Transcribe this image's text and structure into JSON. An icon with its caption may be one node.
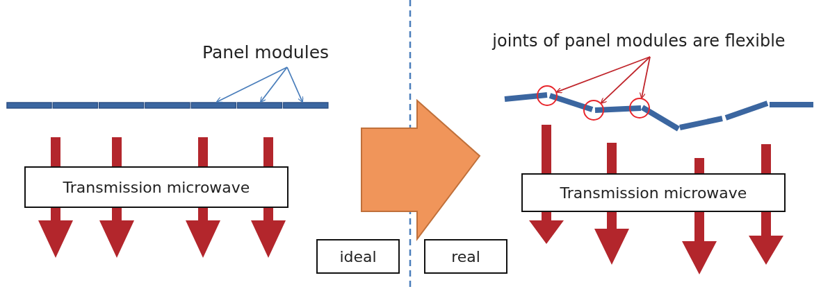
{
  "diagram": {
    "nodes": [
      {
        "text": [
          "Panel modules"
        ]
      },
      {
        "text": [
          "Transmission microwave"
        ]
      },
      {
        "text": [
          "ideal"
        ]
      },
      {
        "text": [
          "real"
        ]
      },
      {
        "text": [
          "joints of panel modules are flexible"
        ]
      },
      {
        "text": [
          "Transmission microwave"
        ]
      },
      {
        "text": [],
        "shape": "circle"
      },
      {
        "text": [],
        "shape": "circle"
      },
      {
        "text": [],
        "shape": "circle"
      }
    ],
    "edges": [
      {
        "from": 0,
        "to": null,
        "arrow": "to",
        "color": "#4a7ebb"
      },
      {
        "from": 0,
        "to": null,
        "arrow": "to",
        "color": "#4a7ebb"
      },
      {
        "from": 0,
        "to": null,
        "arrow": "to",
        "color": "#4a7ebb"
      },
      {
        "from": 4,
        "to": 6,
        "arrow": "to",
        "color": "#c0262c"
      },
      {
        "from": 4,
        "to": 7,
        "arrow": "to",
        "color": "#c0262c"
      },
      {
        "from": 4,
        "to": 8,
        "arrow": "to",
        "color": "#c0262c"
      }
    ]
  }
}
